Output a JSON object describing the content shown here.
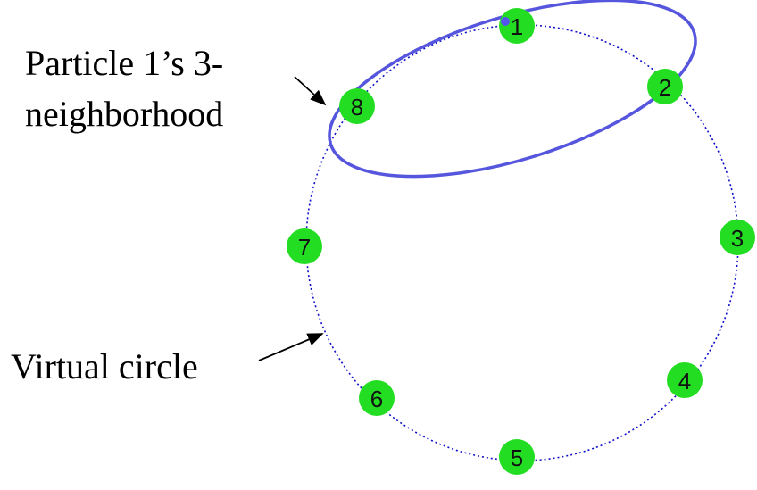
{
  "labels": {
    "neighborhood_line1": "Particle 1’s 3-",
    "neighborhood_line2": "neighborhood",
    "circle_label": "Virtual circle"
  },
  "particles": [
    {
      "id": "1",
      "label": "1"
    },
    {
      "id": "2",
      "label": "2"
    },
    {
      "id": "3",
      "label": "3"
    },
    {
      "id": "4",
      "label": "4"
    },
    {
      "id": "5",
      "label": "5"
    },
    {
      "id": "6",
      "label": "6"
    },
    {
      "id": "7",
      "label": "7"
    },
    {
      "id": "8",
      "label": "8"
    }
  ],
  "colors": {
    "particle": "#22dd22",
    "circle": "#1010cc",
    "neighborhood": "#5555dd",
    "marker": "#5555ee",
    "arrow": "#000000"
  }
}
